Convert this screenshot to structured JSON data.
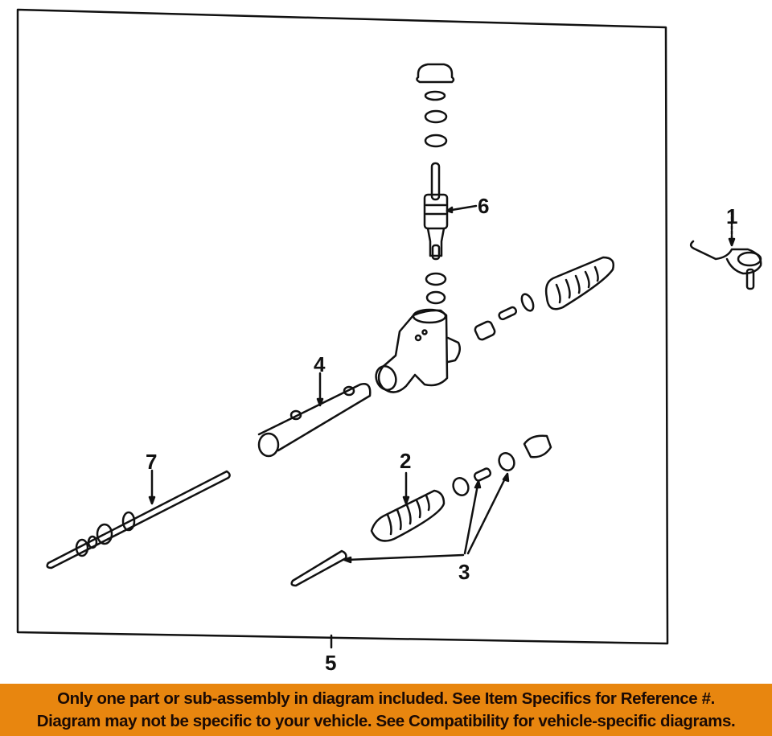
{
  "diagram": {
    "title": "Power steering rack and pinion exploded diagram",
    "callouts": [
      {
        "id": "1",
        "label": "1",
        "part": "outer tie rod end"
      },
      {
        "id": "2",
        "label": "2",
        "part": "bellows boot"
      },
      {
        "id": "3",
        "label": "3",
        "part": "inner tie rod / ball joint parts"
      },
      {
        "id": "4",
        "label": "4",
        "part": "rack housing tube"
      },
      {
        "id": "5",
        "label": "5",
        "part": "steering gear assembly (frame)"
      },
      {
        "id": "6",
        "label": "6",
        "part": "pinion / valve shaft"
      },
      {
        "id": "7",
        "label": "7",
        "part": "rack shaft"
      }
    ],
    "line_color": "#111111",
    "background": "#ffffff"
  },
  "banner": {
    "line1": "Only one part or sub-assembly in diagram included. See Item Specifics for Reference #.",
    "line2": "Diagram may not be specific to your vehicle. See Compatibility for vehicle-specific diagrams.",
    "background": "#e8860f",
    "text_color": "#1a0a05"
  }
}
